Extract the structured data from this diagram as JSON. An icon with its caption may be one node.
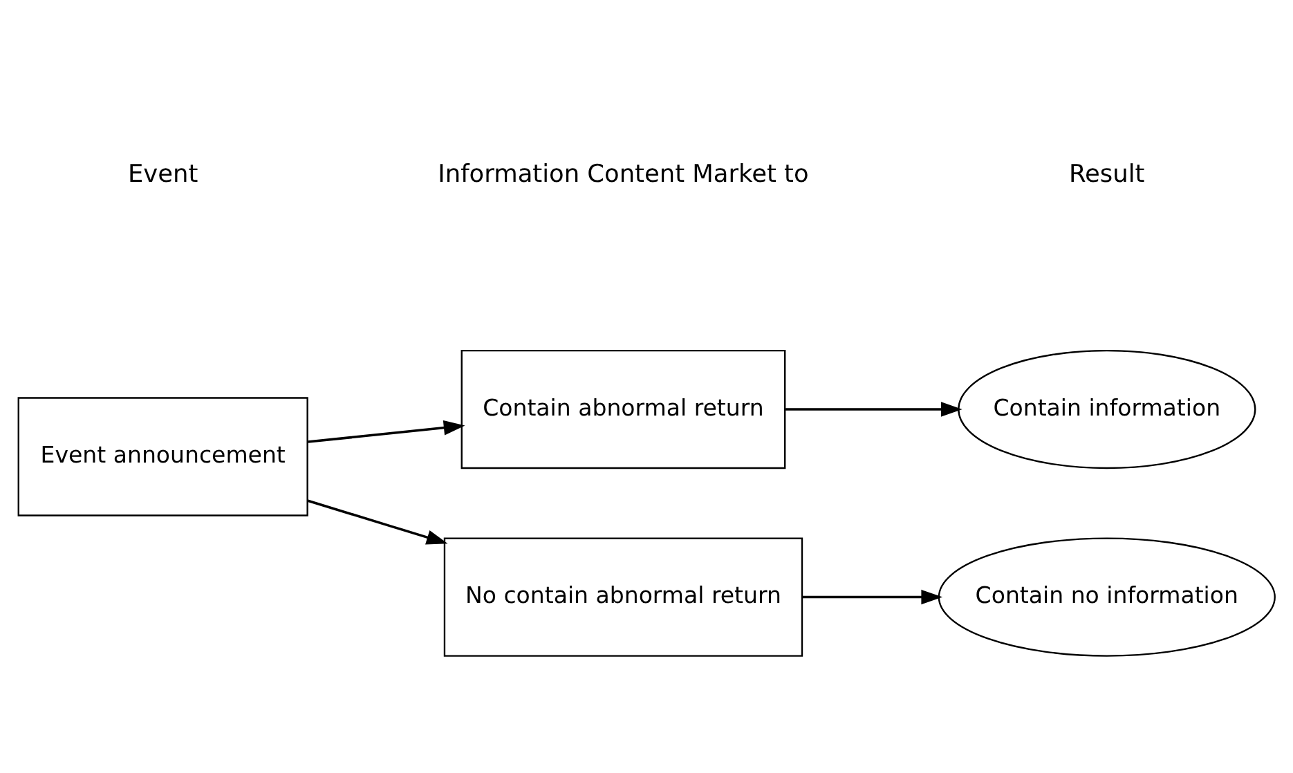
{
  "diagram": {
    "nodes": [
      {
        "text": [
          "Event announcement"
        ]
      },
      {
        "text": [
          "Contain abnormal return"
        ]
      },
      {
        "text": [
          "No contain abnormal return"
        ]
      },
      {
        "text": [
          "Contain information"
        ]
      },
      {
        "text": [
          "Contain no information"
        ]
      }
    ],
    "edges": [
      {
        "from": 0,
        "to": 1,
        "arrow": "to"
      },
      {
        "from": 0,
        "to": 2,
        "arrow": "to"
      },
      {
        "from": 1,
        "to": 3,
        "arrow": "to"
      },
      {
        "from": 2,
        "to": 4,
        "arrow": "to"
      }
    ],
    "labels": [
      "Event",
      "Information Content Market to",
      "Result"
    ]
  }
}
